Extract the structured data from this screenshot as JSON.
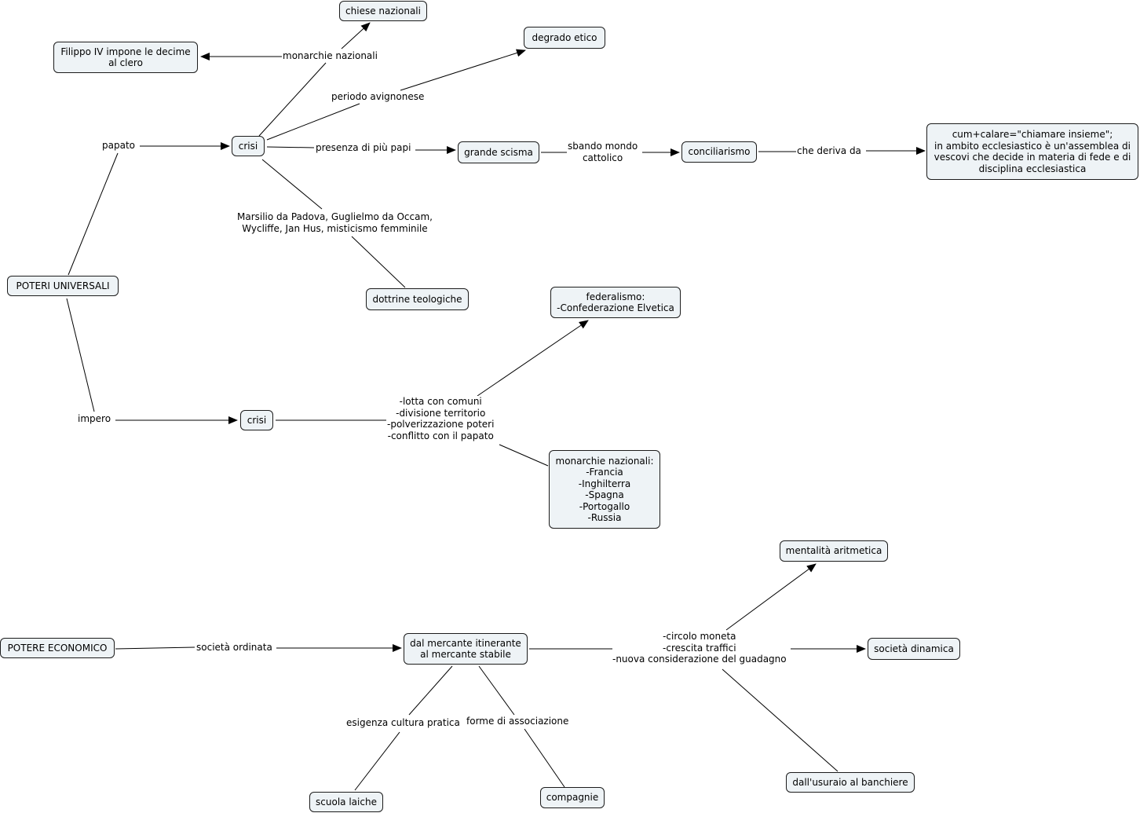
{
  "nodes": {
    "poteri_universali": "POTERI UNIVERSALI",
    "crisi_papato": "crisi",
    "crisi_impero": "crisi",
    "chiese_nazionali": "chiese nazionali",
    "filippo_iv": "Filippo IV impone le decime\nal clero",
    "degrado_etico": "degrado etico",
    "grande_scisma": "grande scisma",
    "conciliarismo": "conciliarismo",
    "cum_calare": "cum+calare=\"chiamare insieme\";\nin ambito ecclesiastico è un'assemblea di\nvescovi che decide in materia di fede e di\ndisciplina ecclesiastica",
    "dottrine_teologiche": "dottrine teologiche",
    "federalismo": "federalismo:\n-Confederazione Elvetica",
    "monarchie_nazionali_list": "monarchie nazionali:\n-Francia\n-Inghilterra\n-Spagna\n-Portogallo\n-Russia",
    "potere_economico": "POTERE ECONOMICO",
    "dal_mercante": "dal mercante itinerante\nal mercante stabile",
    "mentalita_aritmetica": "mentalità aritmetica",
    "societa_dinamica": "società dinamica",
    "usuraio_banchiere": "dall'usuraio al banchiere",
    "scuola_laiche": "scuola laiche",
    "compagnie": "compagnie"
  },
  "links": {
    "papato": "papato",
    "impero": "impero",
    "monarchie_nazionali": "monarchie nazionali",
    "periodo_avignonese": "periodo avignonese",
    "presenza_piu_papi": "presenza di più papi",
    "sbando_mondo": "sbando mondo\ncattolico",
    "che_deriva_da": "che deriva da",
    "marsilio": "Marsilio da Padova, Guglielmo da Occam,\nWycliffe, Jan Hus, misticismo femminile",
    "lotta_comuni": "-lotta con comuni\n-divisione territorio\n-polverizzazione poteri\n-conflitto con il papato",
    "societa_ordinata": "società ordinata",
    "circolo_moneta": "-circolo moneta\n-crescita traffici\n-nuova considerazione del guadagno",
    "esigenza_cultura": "esigenza cultura pratica",
    "forme_associazione": "forme di associazione"
  },
  "colors": {
    "node_fill": "#eef3f6",
    "node_border": "#1c1c1c",
    "line": "#000000"
  }
}
